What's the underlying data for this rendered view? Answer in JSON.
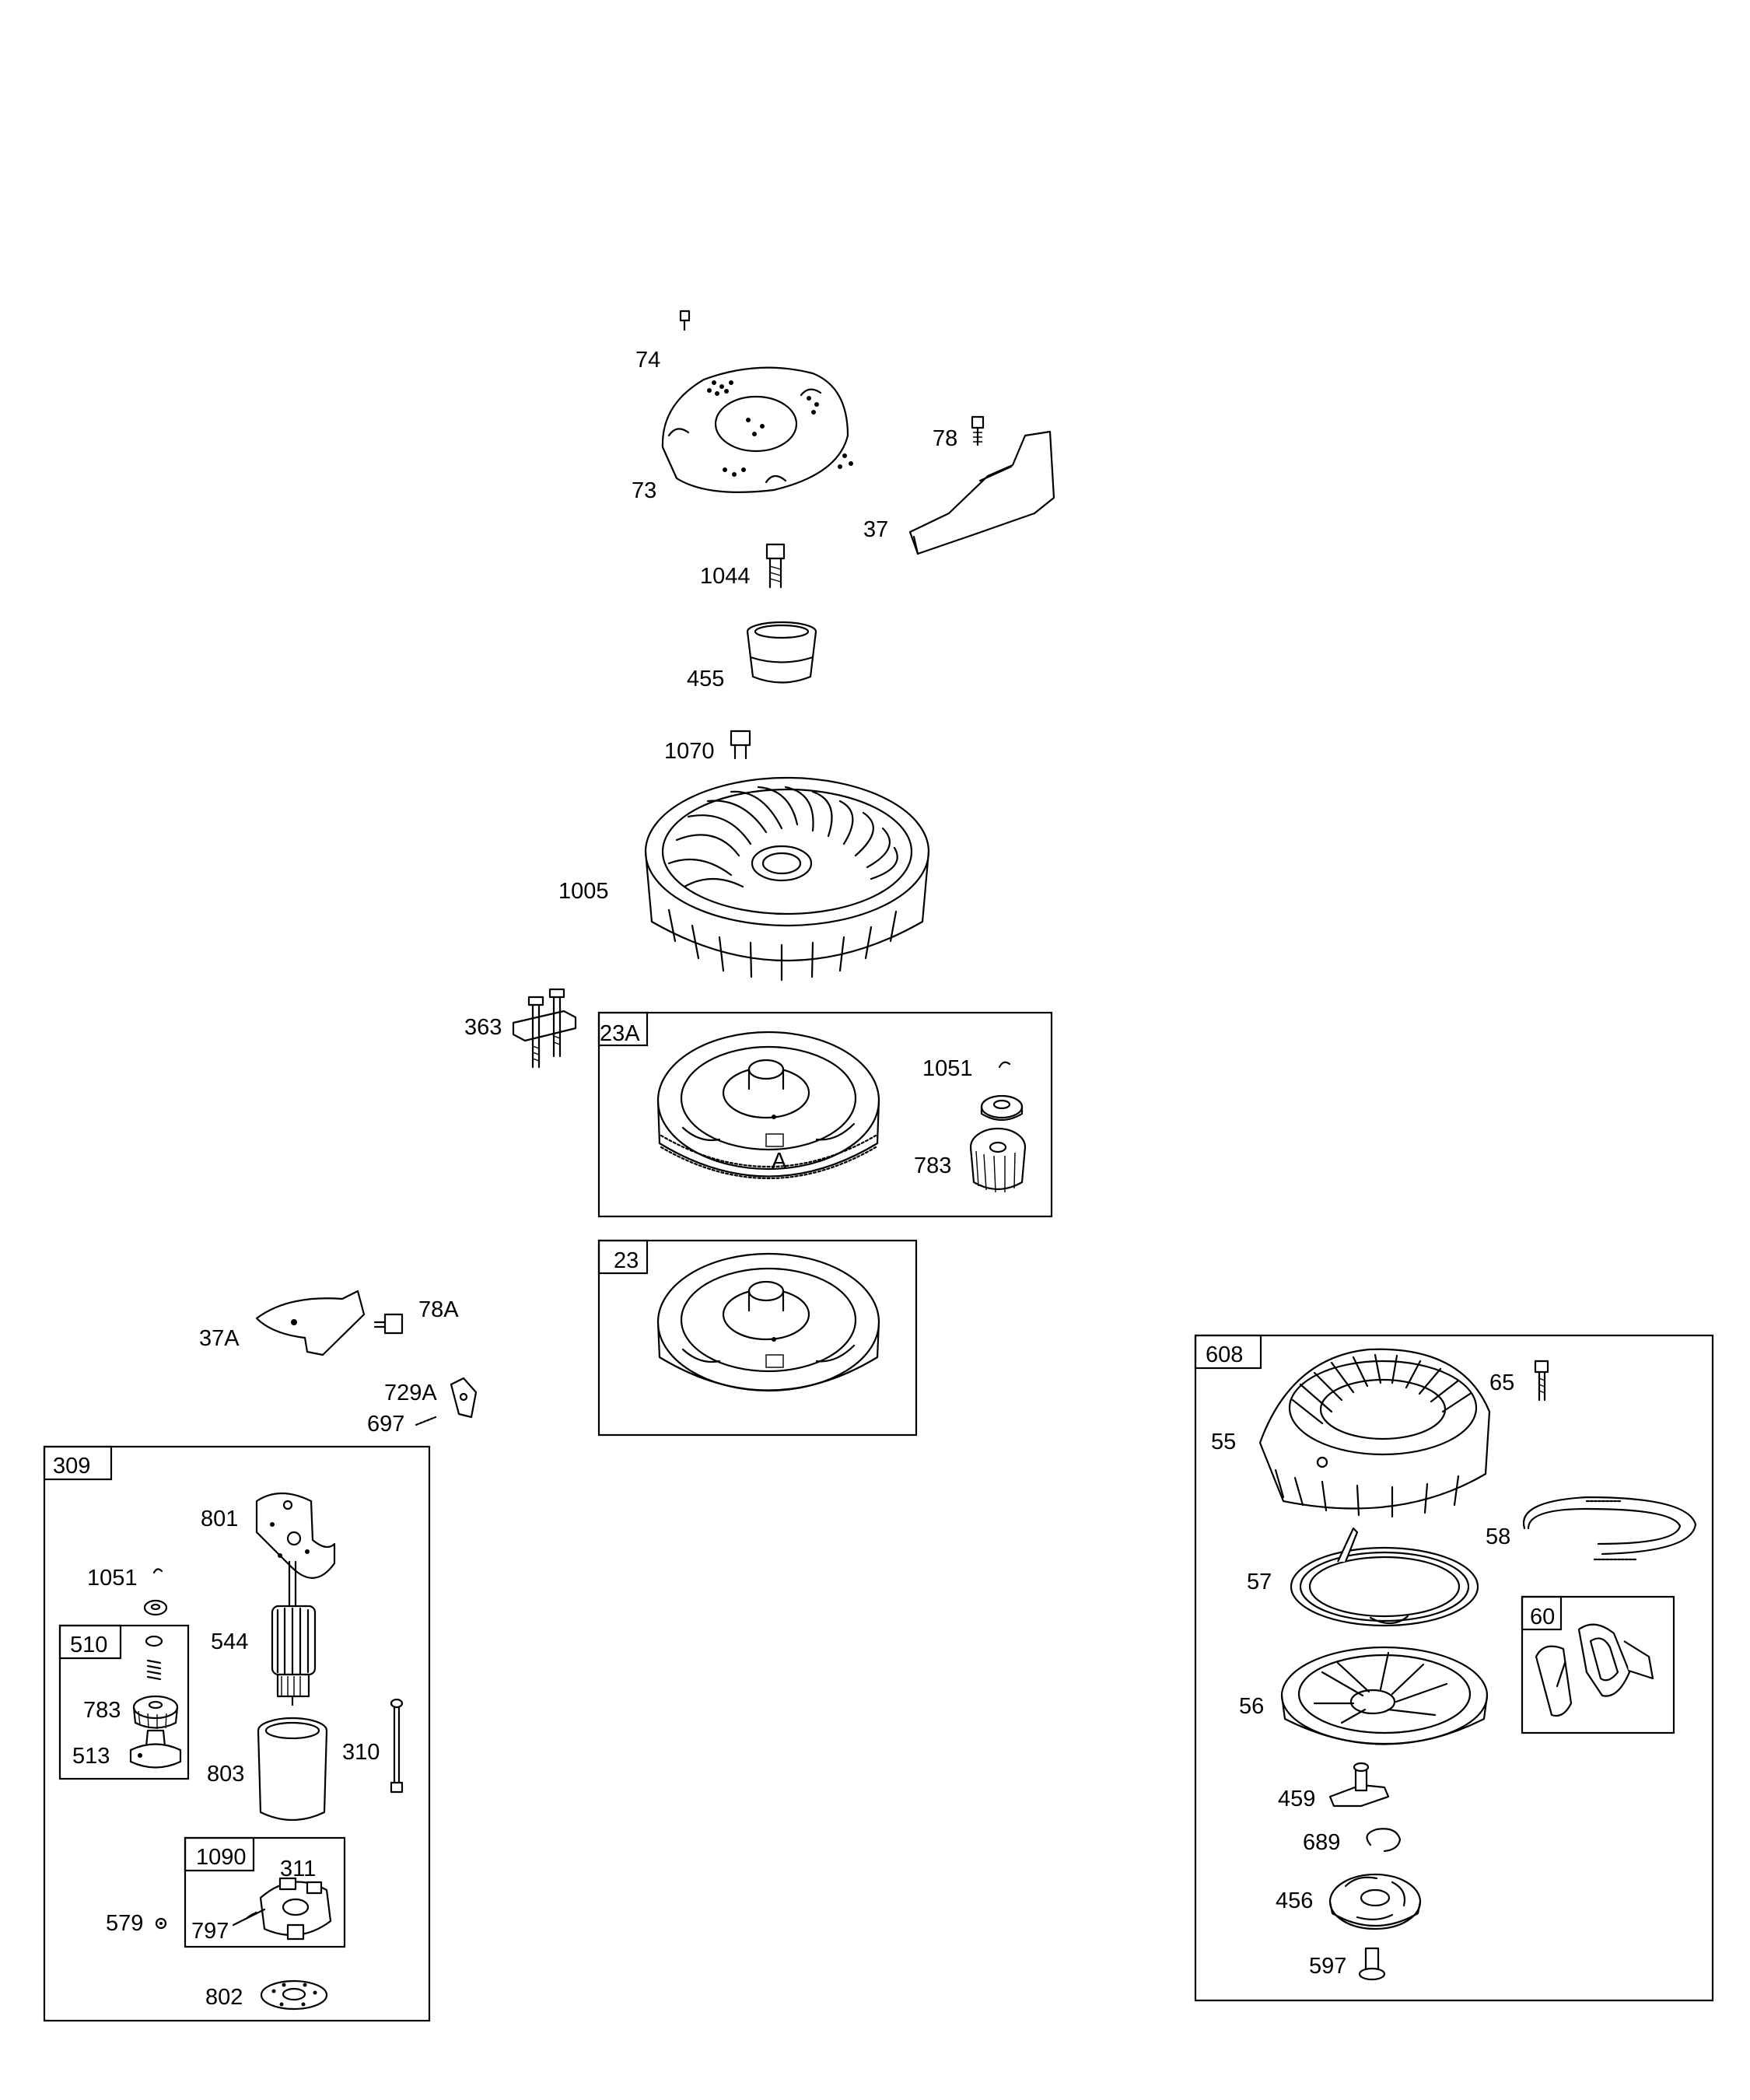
{
  "diagram": {
    "labels": {
      "74": "74",
      "73": "73",
      "78": "78",
      "37": "37",
      "1044": "1044",
      "455": "455",
      "1070": "1070",
      "1005": "1005",
      "363": "363",
      "1051_flywheel": "1051",
      "783_flywheel": "783",
      "A": "A",
      "37A": "37A",
      "78A": "78A",
      "729A": "729A",
      "697": "697",
      "801": "801",
      "1051_starter": "1051",
      "544": "544",
      "783_starter": "783",
      "513": "513",
      "803": "803",
      "310": "310",
      "311": "311",
      "797": "797",
      "579": "579",
      "802": "802",
      "65": "65",
      "55": "55",
      "58": "58",
      "57": "57",
      "56": "56",
      "459": "459",
      "689": "689",
      "456": "456",
      "597": "597"
    },
    "box_labels": {
      "23A": "23A",
      "23": "23",
      "309": "309",
      "510": "510",
      "1090": "1090",
      "608": "608",
      "60": "60"
    }
  }
}
